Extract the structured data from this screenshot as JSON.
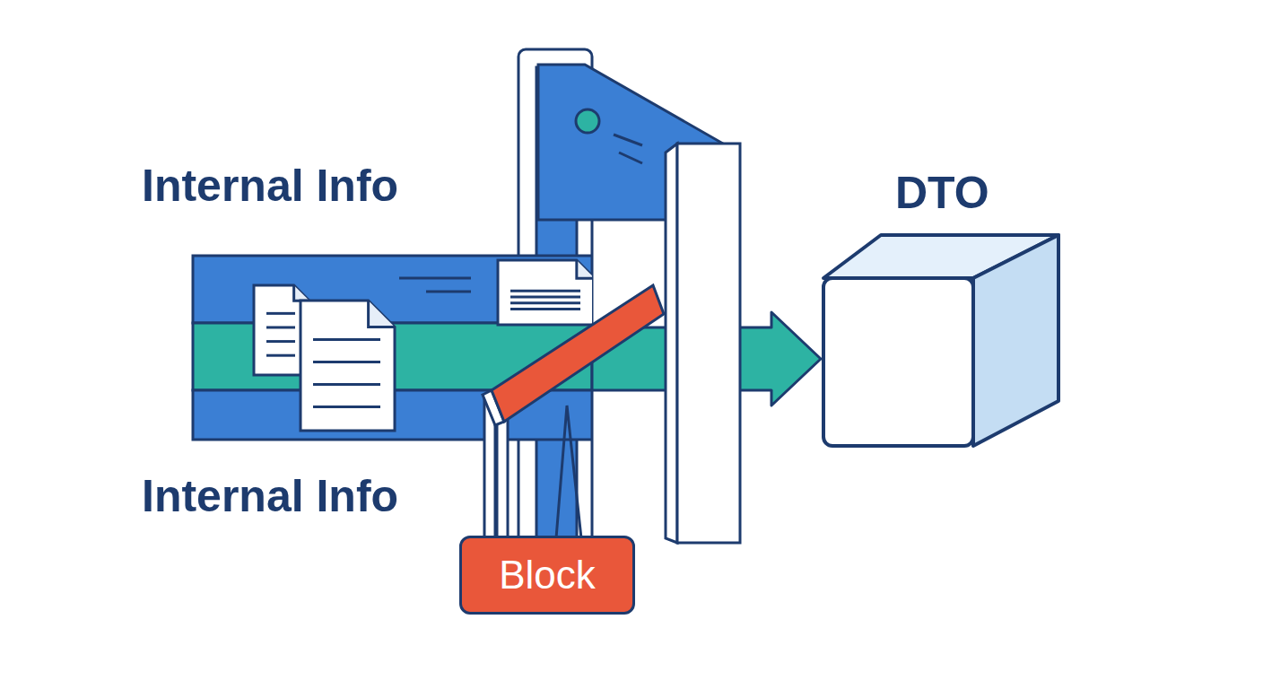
{
  "diagram": {
    "nodes": [
      {
        "text": [
          "Internal Info",
          "Internal Info"
        ]
      },
      {
        "text": [
          "Block"
        ]
      },
      {
        "text": [
          "DTO"
        ]
      }
    ],
    "edges": [
      {
        "from": 0,
        "to": 2,
        "arrow": "to"
      }
    ]
  }
}
